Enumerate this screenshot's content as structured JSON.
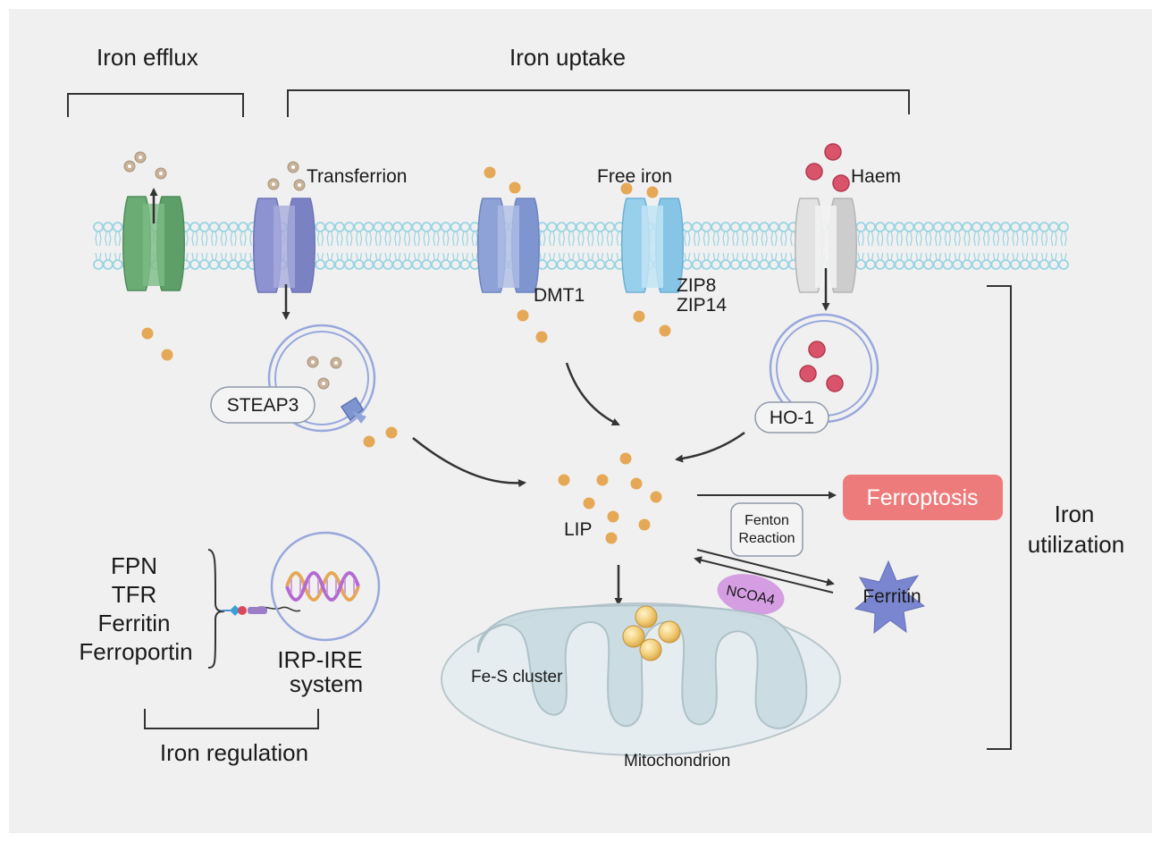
{
  "headers": {
    "iron_efflux": "Iron efflux",
    "iron_uptake": "Iron uptake",
    "iron_utilization_line1": "Iron",
    "iron_utilization_line2": "utilization",
    "iron_regulation": "Iron regulation"
  },
  "membrane_labels": {
    "transferrion": "Transferrion",
    "free_iron": "Free iron",
    "haem": "Haem",
    "dmt1": "DMT1",
    "zip8": "ZIP8",
    "zip14": "ZIP14"
  },
  "vesicles": {
    "steap3": "STEAP3",
    "ho1": "HO-1"
  },
  "pool": {
    "lip": "LIP",
    "ferroptosis": "Ferroptosis",
    "fenton_line1": "Fenton",
    "fenton_line2": "Reaction",
    "ncoa4": "NCOA4",
    "ferritin": "Ferritin"
  },
  "mitochondrion": {
    "fes_cluster": "Fe-S cluster",
    "label": "Mitochondrion"
  },
  "regulation": {
    "targets": [
      "FPN",
      "TFR",
      "Ferritin",
      "Ferroportin"
    ],
    "system_line1": "IRP-IRE",
    "system_line2": "system"
  },
  "colors": {
    "background": "#f0f0f0",
    "membrane": "#9ad4e2",
    "iron_dot": "#e5a857",
    "haem": "#d9546b",
    "ferroptosis": "#ee7b7b",
    "ferritin": "#7a86cf",
    "ncoa4": "#d59de2",
    "efflux_channel": "#5ea56b",
    "transferrin_channel": "#7b82c4",
    "dmt1_channel": "#7f95cf",
    "zip_channel": "#86c5e6",
    "haem_channel": "#cdcdcd"
  }
}
